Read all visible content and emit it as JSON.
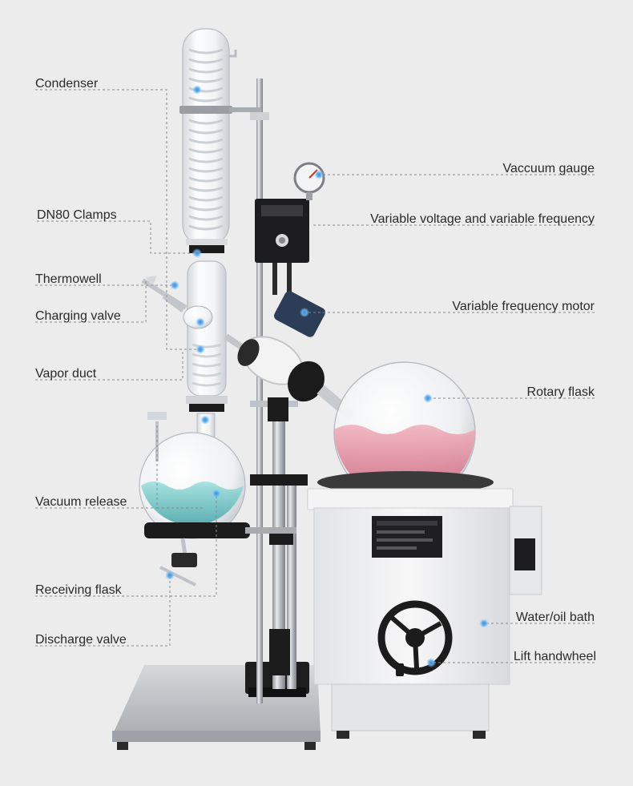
{
  "labels": {
    "condenser": "Condenser",
    "dn80_clamps": "DN80 Clamps",
    "thermowell": "Thermowell",
    "charging_valve": "Charging valve",
    "vapor_duct": "Vapor duct",
    "vacuum_release": "Vacuum release",
    "receiving_flask": "Receiving flask",
    "discharge_valve": "Discharge valve",
    "vaccuum_gauge": "Vaccuum gauge",
    "variable_voltage": "Variable voltage and variable frequency",
    "variable_motor": "Variable frequency motor",
    "rotary_flask": "Rotary flask",
    "water_oil_bath": "Water/oil bath",
    "lift_handwheel": "Lift handwheel"
  },
  "colors": {
    "background": "#ececed",
    "leader_line": "#8a8a8a",
    "marker": "#2f8fe0",
    "steel": "#c9cbcf",
    "bath_body": "#f1f1f1",
    "receiving_liquid": "#7fd0d0",
    "rotary_liquid": "#e7909e"
  }
}
